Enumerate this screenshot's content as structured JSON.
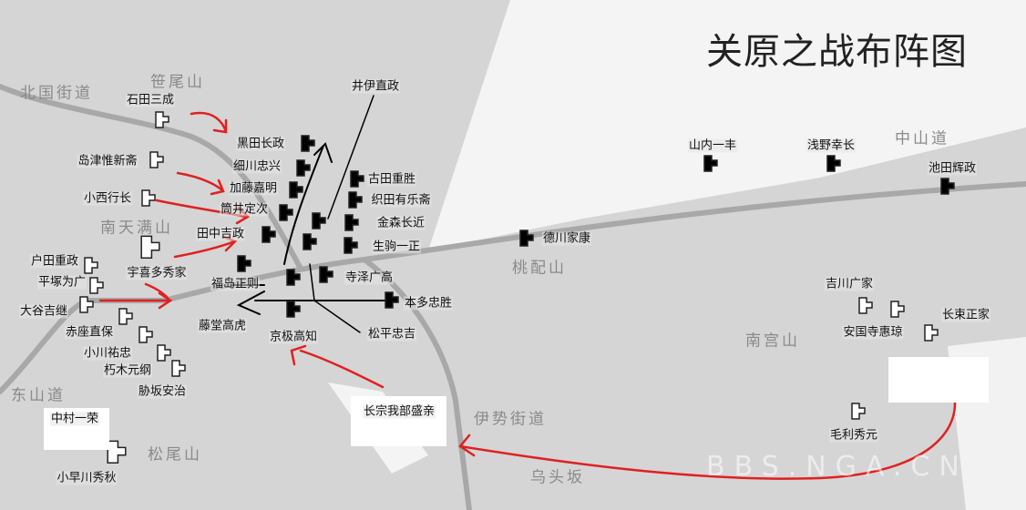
{
  "title": "关原之战布阵图",
  "watermark": "BBS.NGA.CN",
  "colors": {
    "background": "#d5d5d5",
    "road": "#a8a8a8",
    "western_army_icon": "#ffffff",
    "eastern_army_icon": "#000000",
    "attack_arrow": "#e02020",
    "move_arrow": "#000000"
  },
  "places": [
    "笹尾山",
    "北国街道",
    "南天满山",
    "桃配山",
    "南宫山",
    "东山道",
    "松尾山",
    "伊势街道",
    "乌头坂",
    "中山道"
  ],
  "western_units": [
    "石田三成",
    "岛津惟新斋",
    "小西行长",
    "宇喜多秀家",
    "户田重政",
    "平塚为广",
    "大谷吉继",
    "赤座直保",
    "小川祐忠",
    "朽木元纲",
    "胁坂安治",
    "小早川秀秋",
    "长宗我部盛亲",
    "吉川广家",
    "安国寺惠琼",
    "长束正家",
    "毛利秀元",
    "中村一荣"
  ],
  "eastern_units": [
    "黑田长政",
    "细川忠兴",
    "加藤嘉明",
    "筒井定次",
    "田中吉政",
    "福岛正则",
    "藤堂高虎",
    "京极高知",
    "寺泽广高",
    "本多忠胜",
    "松平忠吉",
    "井伊直政",
    "古田重胜",
    "织田有乐斋",
    "金森长近",
    "生驹一正",
    "德川家康",
    "山内一丰",
    "浅野幸长",
    "池田辉政"
  ]
}
